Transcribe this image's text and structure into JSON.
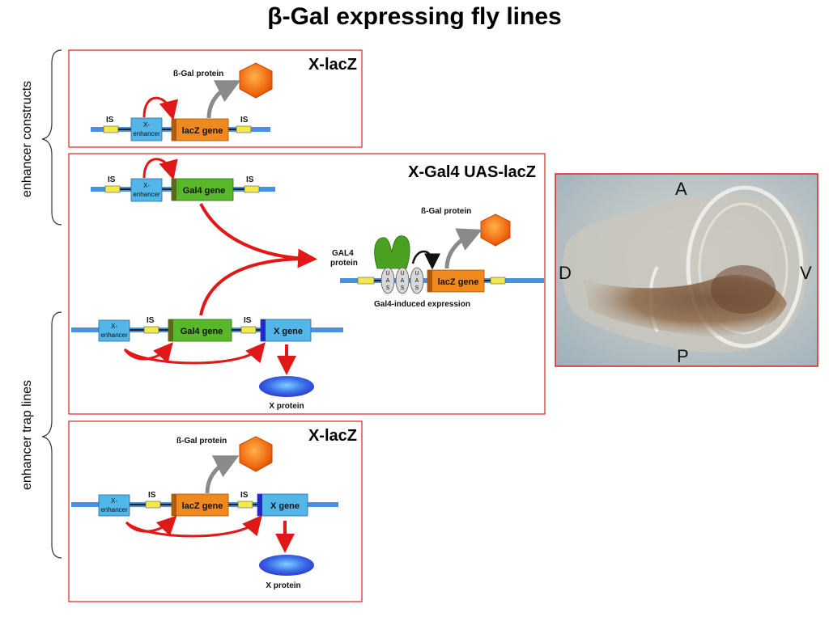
{
  "title": "β-Gal expressing fly lines",
  "side_labels": {
    "constructs": "enhancer constructs",
    "trap": "enhancer trap lines"
  },
  "panel1": {
    "heading": "X-lacZ",
    "protein_label": "ß-Gal protein",
    "is_left": "IS",
    "is_right": "IS",
    "enhancer_line1": "X-",
    "enhancer_line2": "enhancer",
    "gene": "lacZ gene"
  },
  "panel2": {
    "heading": "X-Gal4 UAS-lacZ",
    "top": {
      "is_left": "IS",
      "is_right": "IS",
      "enhancer_line1": "X-",
      "enhancer_line2": "enhancer",
      "gene": "Gal4 gene"
    },
    "gal4_label_line1": "GAL4",
    "gal4_label_line2": "protein",
    "uas_letters": [
      "U",
      "A",
      "S"
    ],
    "reporter_gene": "lacZ gene",
    "protein_label": "ß-Gal protein",
    "induced_label": "Gal4-induced expression",
    "bottom": {
      "enhancer_line1": "X-",
      "enhancer_line2": "enhancer",
      "is_left": "IS",
      "gene": "Gal4 gene",
      "is_right": "IS",
      "x_gene": "X gene",
      "x_protein": "X protein"
    }
  },
  "panel3": {
    "heading": "X-lacZ",
    "protein_label": "ß-Gal protein",
    "enhancer_line1": "X-",
    "enhancer_line2": "enhancer",
    "is_left": "IS",
    "gene": "lacZ gene",
    "is_right": "IS",
    "x_gene": "X gene",
    "x_protein": "X protein"
  },
  "photo": {
    "label_a": "A",
    "label_d": "D",
    "label_v": "V",
    "label_p": "P"
  },
  "colors": {
    "panel_border": "#e02020",
    "dna": "#4a8fe0",
    "enhancer": "#52b7e8",
    "lacz": "#f08a1e",
    "gal4": "#58b82a",
    "insulator": "#f3e84a",
    "arrow_red": "#e01818",
    "arrow_gray": "#8a8a8a"
  }
}
